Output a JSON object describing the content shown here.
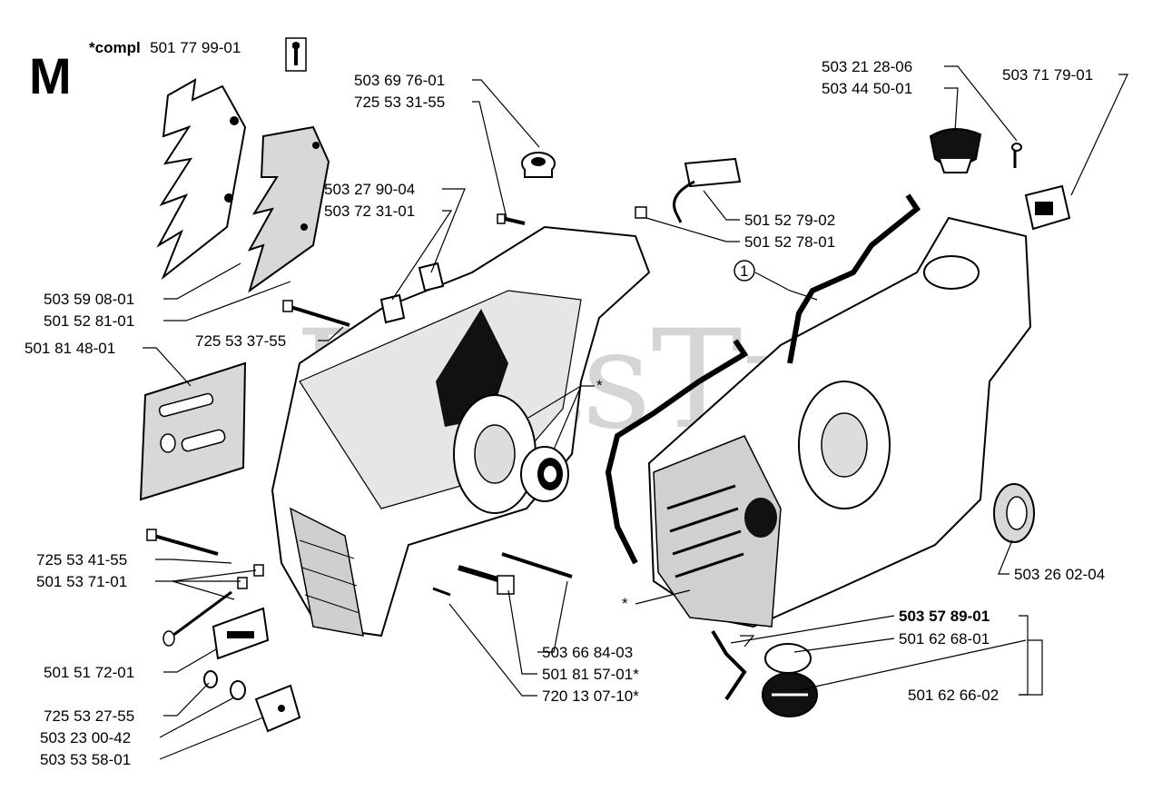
{
  "section_letter": "M",
  "compl": {
    "prefix": "*compl",
    "number": "501 77 99-01",
    "icon": "wrench-icon"
  },
  "watermark": "PartsTree",
  "callouts": {
    "c1": "1",
    "star_bearing": "*",
    "star_cover": "*"
  },
  "labels": {
    "p_503697601": "503 69 76-01",
    "p_725533155": "725 53 31-55",
    "p_503272904": "503 27 90-04",
    "p_503723101": "503 72 31-01",
    "p_503590801": "503 59 08-01",
    "p_501528101": "501 52 81-01",
    "p_725533755": "725 53 37-55",
    "p_501814801": "501 81 48-01",
    "p_725534155": "725 53 41-55",
    "p_501537101": "501 53 71-01",
    "p_501517201": "501 51 72-01",
    "p_725532755": "725 53 27-55",
    "p_503230042": "503 23 00-42",
    "p_503535801": "503 53 58-01",
    "p_503668403": "503 66 84-03",
    "p_501815701": "501 81 57-01*",
    "p_720130710": "720 13 07-10*",
    "p_501527902": "501 52 79-02",
    "p_501527801": "501 52 78-01",
    "p_503212806": "503 21 28-06",
    "p_503445001": "503 44 50-01",
    "p_503717901": "503 71 79-01",
    "p_503260204": "503 26 02-04",
    "p_503578901": "503 57 89-01",
    "p_501626801": "501 62 68-01",
    "p_501626602": "501 62 66-02"
  },
  "colors": {
    "ink": "#000000",
    "shade": "#d8d8d8",
    "watermark": "#c8c8c8"
  }
}
